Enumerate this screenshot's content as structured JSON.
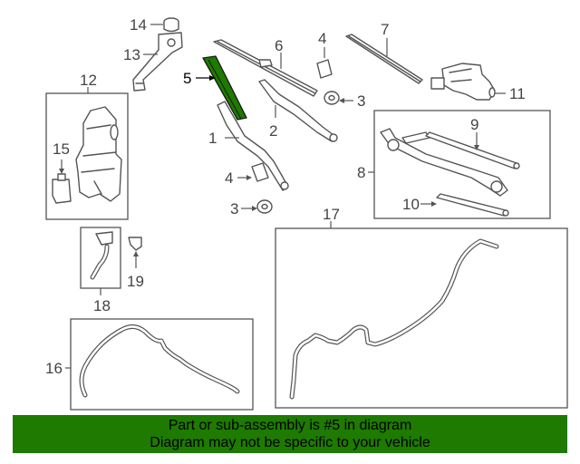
{
  "callouts": {
    "c1": "1",
    "c2": "2",
    "c3a": "3",
    "c3b": "3",
    "c4a": "4",
    "c4b": "4",
    "c5": "5",
    "c6": "6",
    "c7": "7",
    "c8": "8",
    "c9": "9",
    "c10": "10",
    "c11": "11",
    "c12": "12",
    "c13": "13",
    "c14": "14",
    "c15": "15",
    "c16": "16",
    "c17": "17",
    "c18": "18",
    "c19": "19"
  },
  "highlight": {
    "part": "5",
    "color": "#1e7a00"
  },
  "banner": {
    "line1": "Part or sub-assembly is #5 in diagram",
    "line2": "Diagram may not be specific to your vehicle",
    "color": "#1e7a00"
  }
}
